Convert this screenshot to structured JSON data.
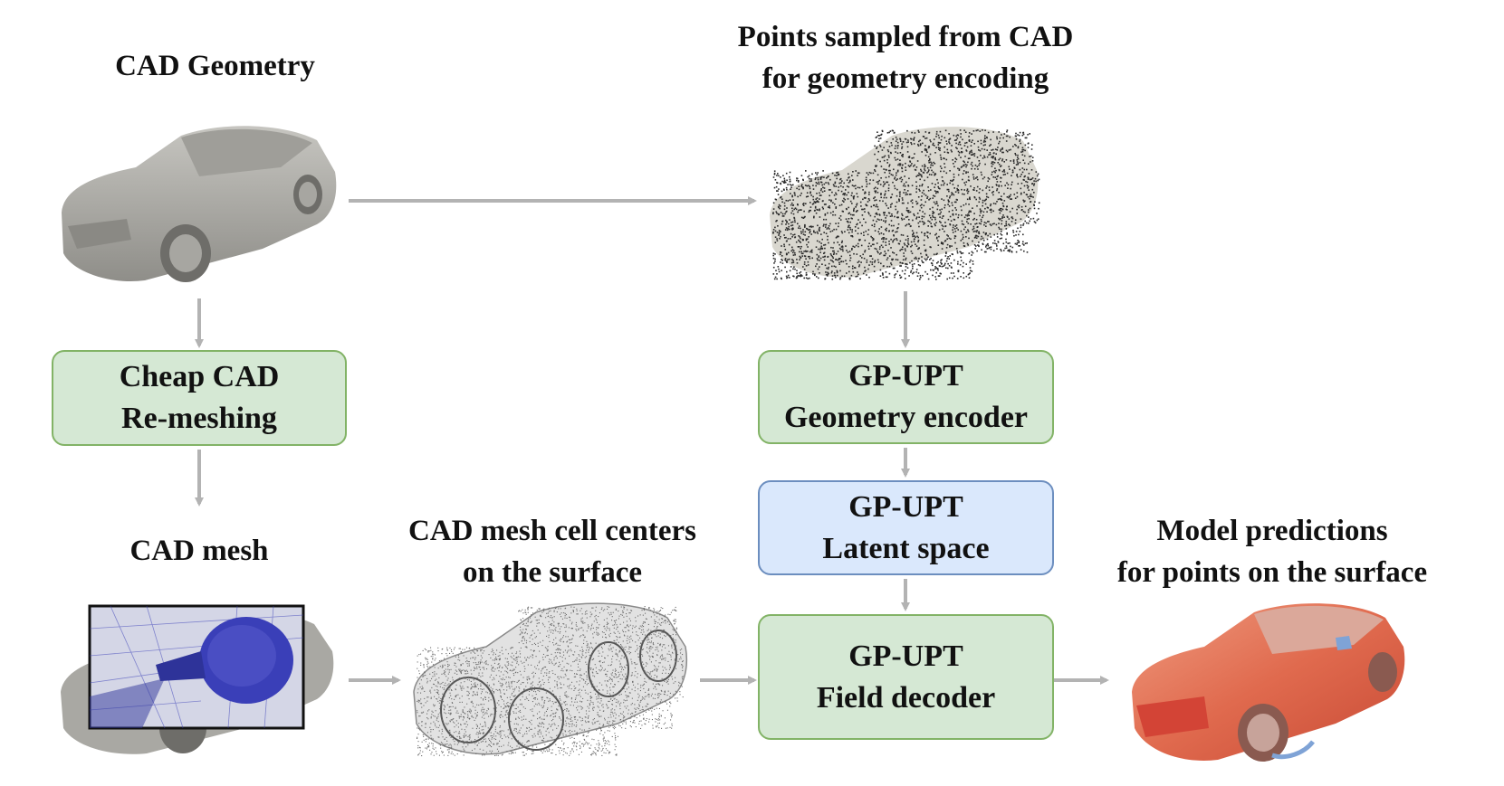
{
  "labels": {
    "cad_geometry": "CAD Geometry",
    "points_sampled_line1": "Points sampled from CAD",
    "points_sampled_line2": "for geometry encoding",
    "cad_mesh": "CAD mesh",
    "cell_centers_line1": "CAD mesh cell centers",
    "cell_centers_line2": "on the surface",
    "predictions_line1": "Model predictions",
    "predictions_line2": "for points on the surface"
  },
  "boxes": {
    "remeshing": {
      "line1": "Cheap CAD",
      "line2": "Re-meshing"
    },
    "encoder": {
      "line1": "GP-UPT",
      "line2": "Geometry encoder"
    },
    "latent": {
      "line1": "GP-UPT",
      "line2": "Latent space"
    },
    "decoder": {
      "line1": "GP-UPT",
      "line2": "Field decoder"
    }
  },
  "colors": {
    "green_fill": "#d5e8d4",
    "green_border": "#82b366",
    "blue_fill": "#dae8fc",
    "blue_border": "#6c8ebf",
    "arrow": "#b3b3b3",
    "car_gray": "#a9a8a3",
    "mesh_blue": "#3a3fb8",
    "prediction_red": "#e06a4e"
  },
  "icons": [
    "car-render-icon",
    "point-cloud-car-icon",
    "mesh-zoom-car-icon",
    "cell-center-car-icon",
    "prediction-car-icon"
  ]
}
